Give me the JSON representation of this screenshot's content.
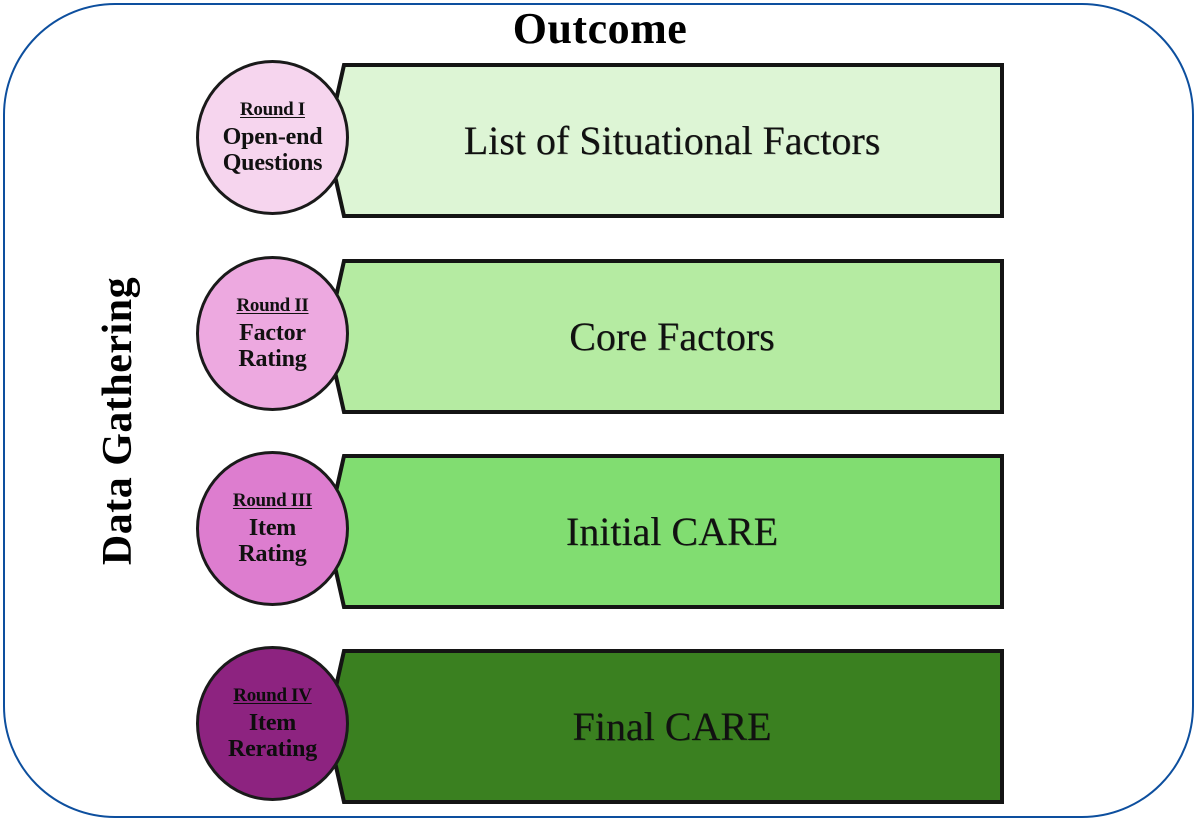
{
  "title": "Outcome",
  "axis_label": "Data Gathering",
  "frame": {
    "border_color": "#0d4f9e"
  },
  "rows": [
    {
      "round": "Round I",
      "node_label": "Open-end\nQuestions",
      "outcome": "List of Situational Factors",
      "node_color": "#f6d5ee",
      "banner_color": "#ddf5d5"
    },
    {
      "round": "Round II",
      "node_label": "Factor\nRating",
      "outcome": "Core Factors",
      "node_color": "#eda9e0",
      "banner_color": "#b5eba2"
    },
    {
      "round": "Round III",
      "node_label": "Item\nRating",
      "outcome": "Initial CARE",
      "node_color": "#dd7dcf",
      "banner_color": "#81dd71"
    },
    {
      "round": "Round IV",
      "node_label": "Item\nRerating",
      "outcome": "Final CARE",
      "node_color": "#8d2380",
      "banner_color": "#3a8020"
    }
  ]
}
